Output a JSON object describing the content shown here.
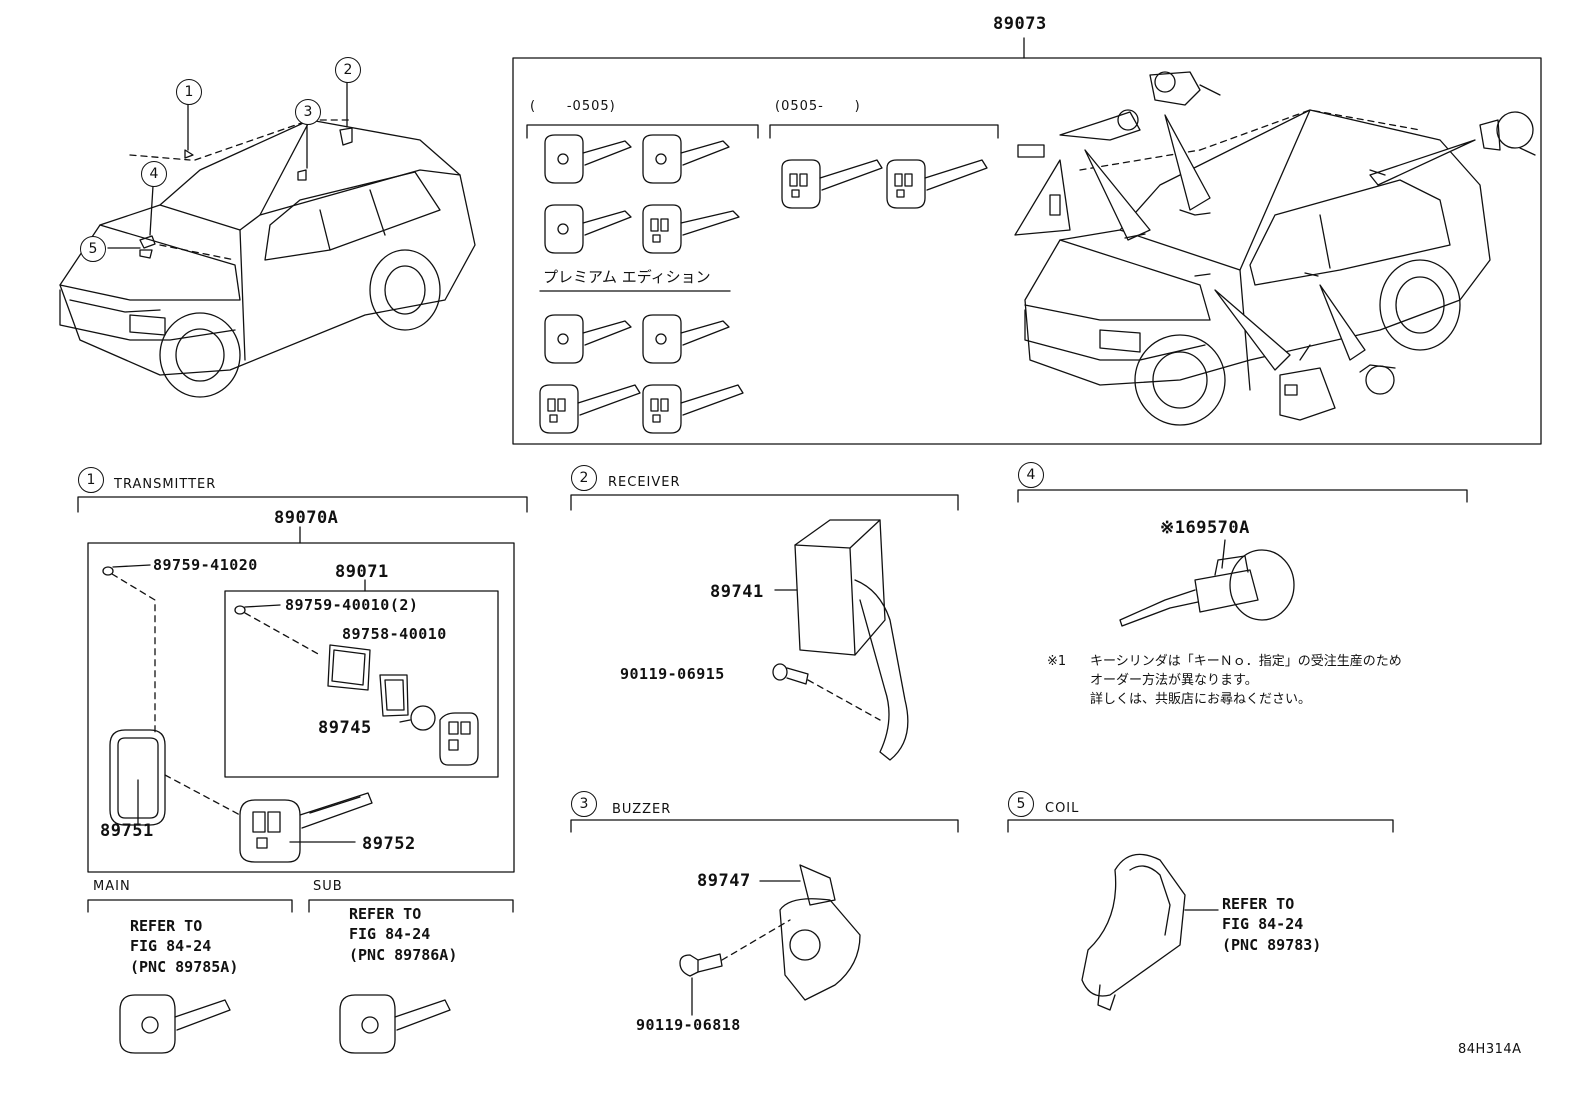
{
  "assembly": {
    "number": "89073",
    "early_range": "(      -0505)",
    "late_range": "(0505-      )",
    "premium_edition": "プレミアム エディション"
  },
  "callouts": [
    "1",
    "2",
    "3",
    "4",
    "5"
  ],
  "sections": {
    "transmitter": {
      "marker": "1",
      "title": "TRANSMITTER",
      "assembly": "89070A",
      "subassembly": "89071",
      "parts": {
        "screw_a": "89759-41020",
        "screw_b": "89759-40010(2)",
        "gasket": "89758-40010",
        "battery": "89745",
        "case": "89751",
        "key": "89752"
      },
      "main": {
        "label": "MAIN",
        "note": "REFER TO\nFIG 84-24\n(PNC 89785A)"
      },
      "sub": {
        "label": "SUB",
        "note": "REFER TO\nFIG 84-24\n(PNC 89786A)"
      }
    },
    "receiver": {
      "marker": "2",
      "title": "RECEIVER",
      "unit": "89741",
      "bolt": "90119-06915"
    },
    "buzzer": {
      "marker": "3",
      "title": "BUZZER",
      "unit": "89747",
      "bolt": "90119-06818"
    },
    "cylinder": {
      "marker": "4",
      "part": "※169570A",
      "note_mark": "※1",
      "note_lines": [
        "キーシリンダは「キーＮｏ．指定」の受注生産のため",
        "オーダー方法が異なります。",
        "詳しくは、共販店にお尋ねください。"
      ]
    },
    "coil": {
      "marker": "5",
      "title": "COIL",
      "note": "REFER TO\nFIG 84-24\n(PNC 89783)"
    }
  },
  "figure_code": "84H314A"
}
